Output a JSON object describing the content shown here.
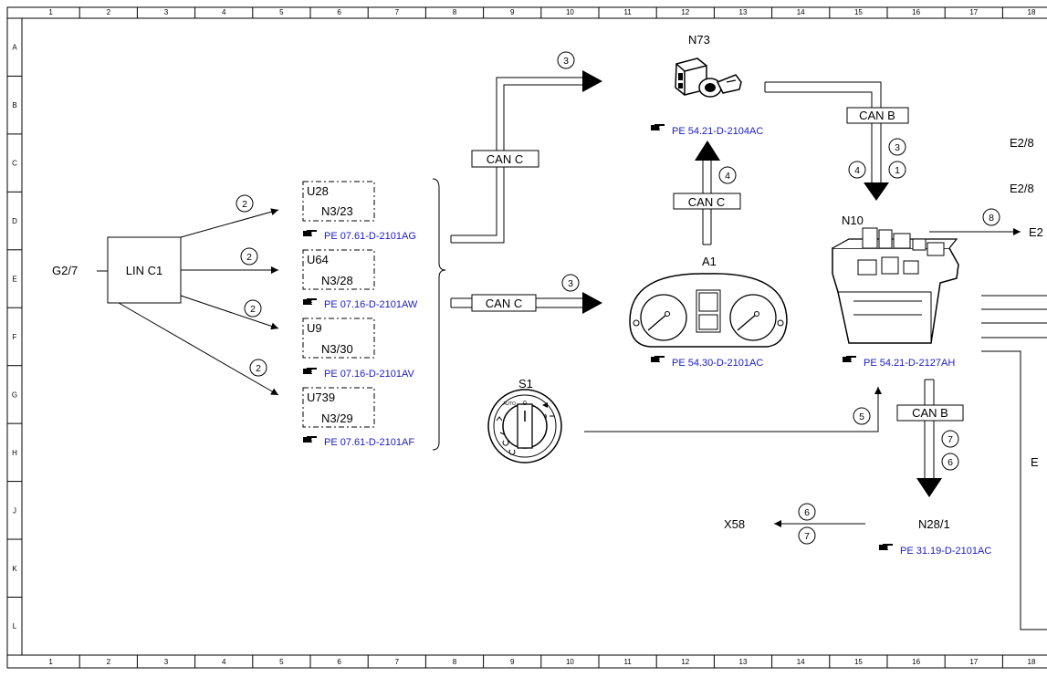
{
  "frame": {
    "columns": [
      "1",
      "2",
      "3",
      "4",
      "5",
      "6",
      "7",
      "8",
      "9",
      "10",
      "11",
      "12",
      "13",
      "14",
      "15",
      "16",
      "17",
      "18"
    ],
    "rows": [
      "A",
      "B",
      "C",
      "D",
      "E",
      "F",
      "G",
      "H",
      "J",
      "K",
      "L"
    ]
  },
  "components": {
    "g27": "G2/7",
    "lin_c1": "LIN C1",
    "u28": "U28",
    "n323": "N3/23",
    "ref_u28": "PE 07.61-D-2101AG",
    "u64": "U64",
    "n328": "N3/28",
    "ref_u64": "PE 07.16-D-2101AW",
    "u9": "U9",
    "n330": "N3/30",
    "ref_u9": "PE 07.16-D-2101AV",
    "u739": "U739",
    "n329": "N3/29",
    "ref_u739": "PE 07.61-D-2101AF",
    "n73": "N73",
    "ref_n73": "PE 54.21-D-2104AC",
    "a1": "A1",
    "ref_a1": "PE 54.30-D-2101AC",
    "s1": "S1",
    "n10": "N10",
    "ref_n10": "PE 54.21-D-2127AH",
    "n281": "N28/1",
    "ref_n281": "PE 31.19-D-2101AC",
    "x58": "X58",
    "e28a": "E2/8",
    "e28b": "E2/8",
    "e2c": "E2",
    "e_right": "E"
  },
  "buses": {
    "can_c_top": "CAN C",
    "can_c_mid": "CAN C",
    "can_c_up": "CAN C",
    "can_b_top": "CAN B",
    "can_b_bottom": "CAN B"
  },
  "steps": {
    "s2a": "2",
    "s2b": "2",
    "s2c": "2",
    "s2d": "2",
    "s3a": "3",
    "s3b": "3",
    "s3c": "3",
    "s4a": "4",
    "s4b": "4",
    "s1a": "1",
    "s5a": "5",
    "s6a": "6",
    "s6b": "6",
    "s7a": "7",
    "s7b": "7",
    "s8a": "8"
  },
  "switch_s1": {
    "zero": "0",
    "auto": "AUTO"
  },
  "colors": {
    "reference_text": "#1a1acc",
    "lines": "#000000"
  },
  "icons": {
    "reference": "pointing-hand-icon"
  }
}
